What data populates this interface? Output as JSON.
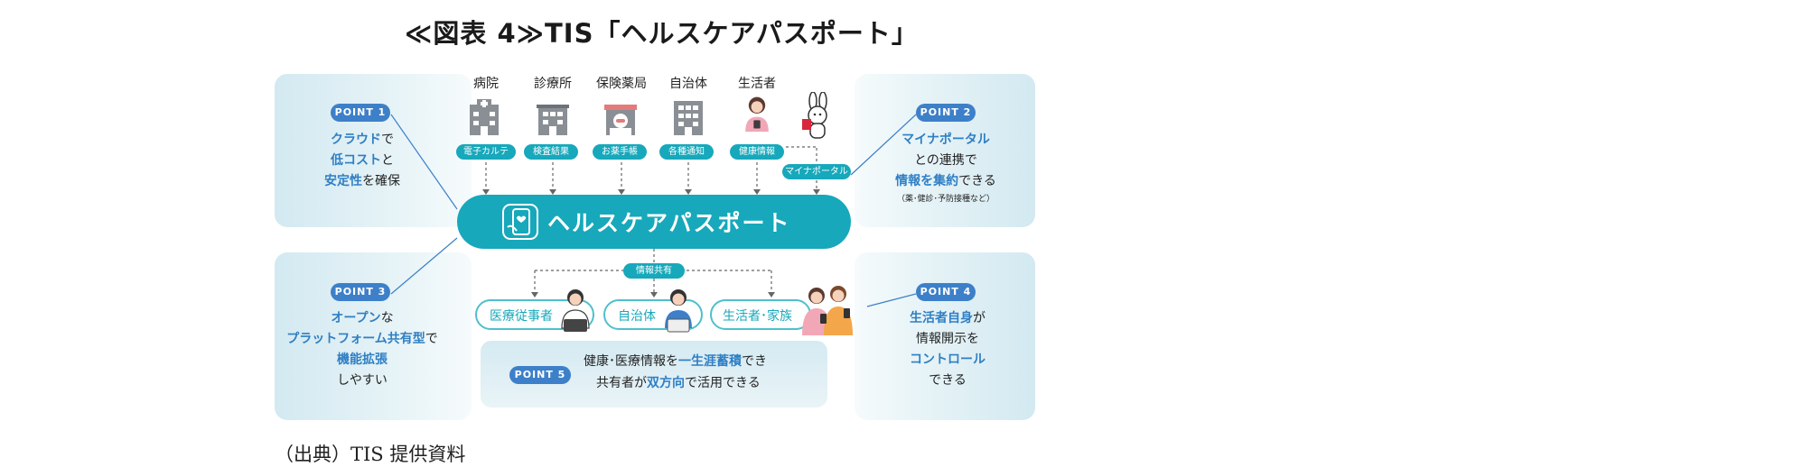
{
  "title": "≪図表 4≫TIS「ヘルスケアパスポート」",
  "source": "（出典）TIS 提供資料",
  "entities": [
    {
      "label": "病院",
      "tag": "電子カルテ",
      "icon": "hospital-icon"
    },
    {
      "label": "診療所",
      "tag": "検査結果",
      "icon": "clinic-icon"
    },
    {
      "label": "保険薬局",
      "tag": "お薬手帳",
      "icon": "pharmacy-icon"
    },
    {
      "label": "自治体",
      "tag": "各種通知",
      "icon": "municipality-icon"
    },
    {
      "label": "生活者",
      "tag": "健康情報",
      "icon": "citizen-icon"
    }
  ],
  "myna_tag": "マイナポータル",
  "banner": "ヘルスケアパスポート",
  "share_tag": "情報共有",
  "audiences": [
    "医療従事者",
    "自治体",
    "生活者･家族"
  ],
  "points": {
    "p1": {
      "label": "POINT 1",
      "l1a": "クラウド",
      "l1b": "で",
      "l2a": "低コスト",
      "l2b": "と",
      "l3a": "安定性",
      "l3b": "を確保"
    },
    "p2": {
      "label": "POINT 2",
      "l1": "マイナポータル",
      "l2": "との連携で",
      "l3a": "情報を集約",
      "l3b": "できる",
      "l4": "（薬･健診･予防接種など）"
    },
    "p3": {
      "label": "POINT 3",
      "l1a": "オープン",
      "l1b": "な",
      "l2a": "プラットフォーム共有型",
      "l2b": "で",
      "l3": "機能拡張",
      "l4": "しやすい"
    },
    "p4": {
      "label": "POINT 4",
      "l1a": "生活者自身",
      "l1b": "が",
      "l2": "情報開示を",
      "l3": "コントロール",
      "l4": "できる"
    },
    "p5": {
      "label": "POINT 5",
      "l1a": "健康･医療情報を",
      "l1b": "一生涯蓄積",
      "l1c": "でき",
      "l2a": "共有者が",
      "l2b": "双方向",
      "l2c": "で活用できる"
    }
  },
  "colors": {
    "teal": "#17a8bb",
    "point_blue": "#3d80c9",
    "highlight": "#2f7fc4"
  }
}
